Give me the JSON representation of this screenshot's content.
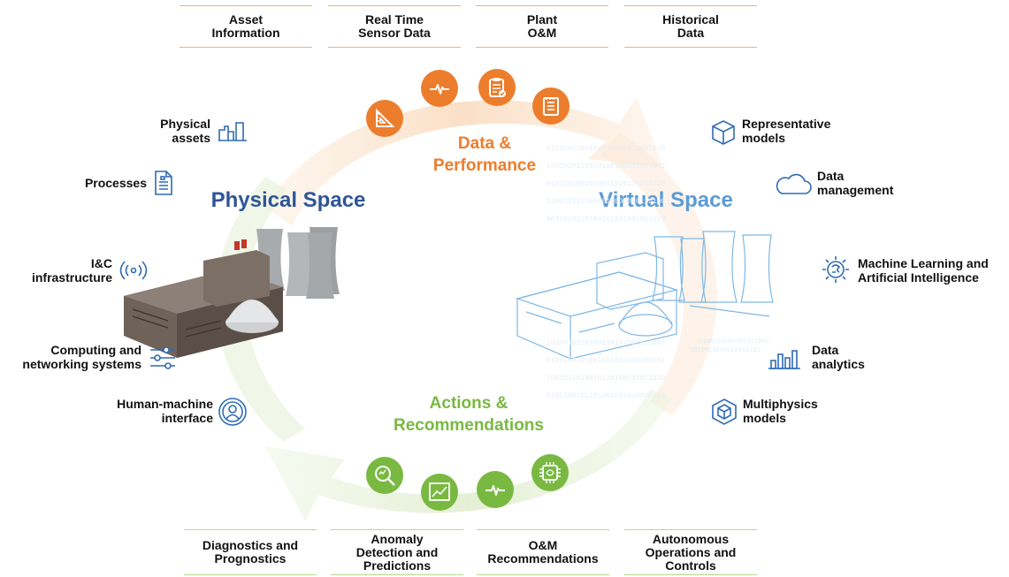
{
  "top_labels": [
    "Asset\nInformation",
    "Real Time\nSensor Data",
    "Plant\nO&M",
    "Historical\nData"
  ],
  "bottom_labels": [
    "Diagnostics and\nPrognostics",
    "Anomaly\nDetection and\nPredictions",
    "O&M\nRecommendations",
    "Autonomous\nOperations and\nControls"
  ],
  "center": {
    "data_performance": "Data &\nPerformance",
    "actions_recommendations": "Actions &\nRecommendations",
    "physical_space": "Physical Space",
    "virtual_space": "Virtual Space"
  },
  "left_items": {
    "physical_assets": "Physical\nassets",
    "processes": "Processes",
    "ic_infrastructure": "I&C\ninfrastructure",
    "computing_networking": "Computing and\nnetworking systems",
    "human_machine": "Human-machine\ninterface"
  },
  "right_items": {
    "representative_models": "Representative\nmodels",
    "data_management": "Data\nmanagement",
    "ml_ai": "Machine Learning and\nArtificial Intelligence",
    "data_analytics": "Data\nanalytics",
    "multiphysics": "Multiphysics\nmodels"
  },
  "colors": {
    "orange": "#ec7d2c",
    "green": "#79b941",
    "physical_blue": "#2e5597",
    "virtual_blue": "#5b9bd5",
    "icon_blue": "#2f6cb3"
  },
  "icons": {
    "top": [
      "ruler-triangle-icon",
      "pulse-icon",
      "clipboard-check-icon",
      "notepad-icon"
    ],
    "bottom": [
      "magnifier-chart-icon",
      "trend-chart-icon",
      "pulse-icon",
      "brain-chip-icon"
    ]
  }
}
